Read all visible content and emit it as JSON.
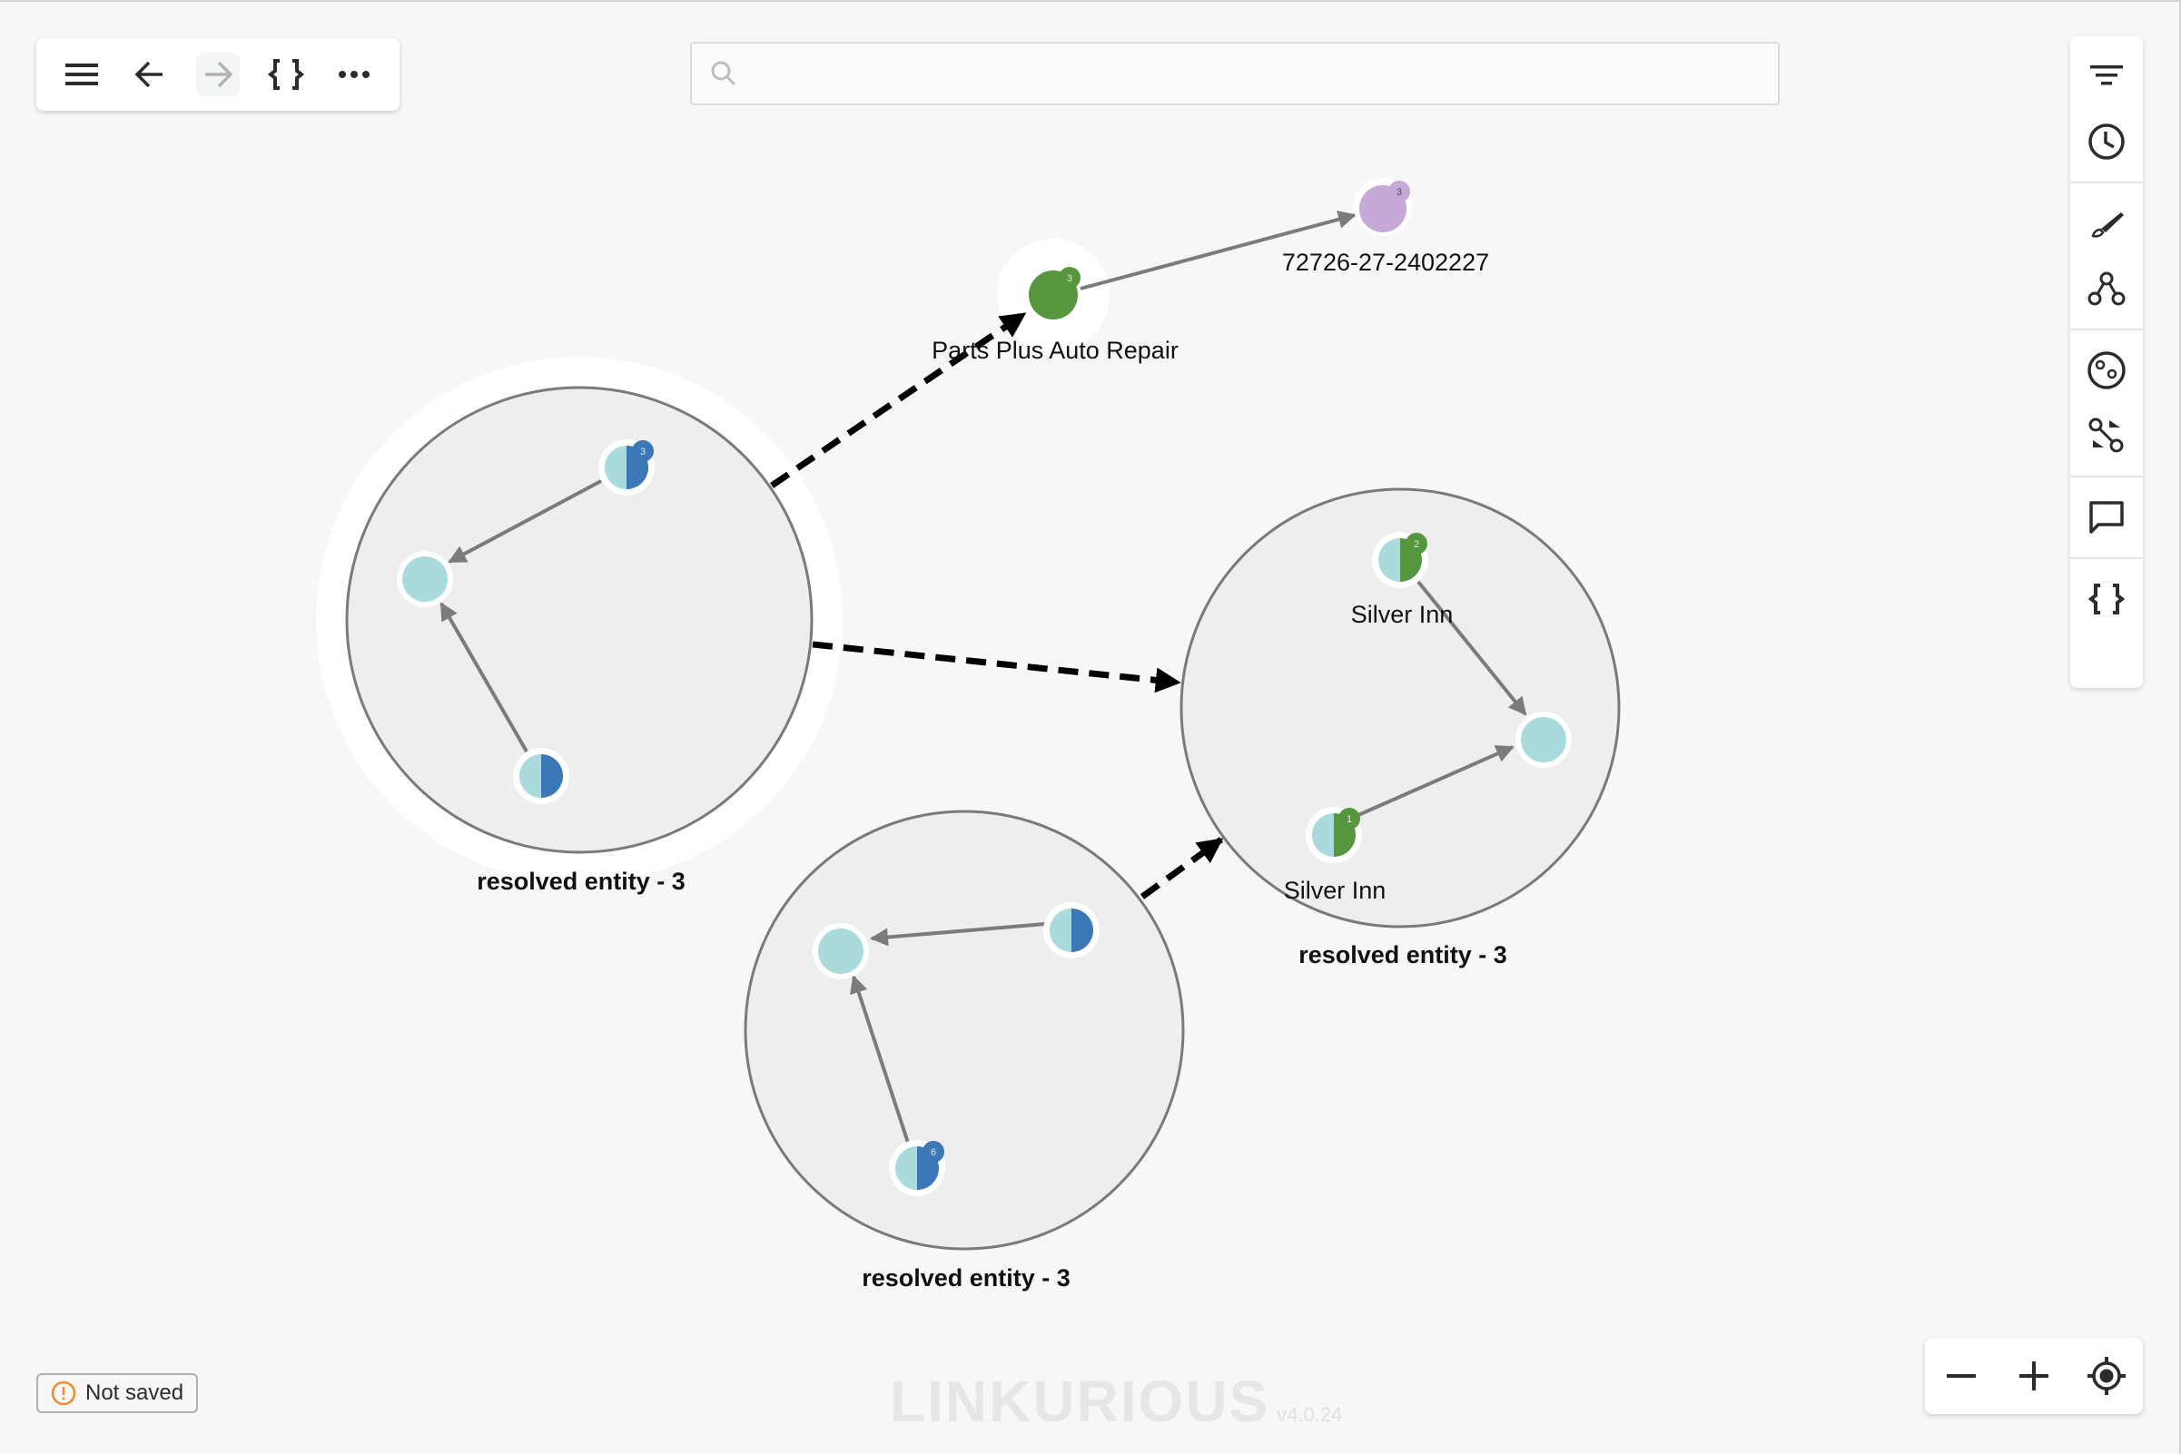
{
  "toolbar_left": {
    "buttons": [
      {
        "name": "menu",
        "icon": "menu-icon"
      },
      {
        "name": "back",
        "icon": "arrow-left-icon"
      },
      {
        "name": "forward",
        "icon": "arrow-right-icon",
        "disabled": true
      },
      {
        "name": "query",
        "icon": "curly-braces-icon"
      },
      {
        "name": "more",
        "icon": "more-horizontal-icon"
      }
    ]
  },
  "search": {
    "placeholder": "",
    "value": ""
  },
  "toolbar_right": {
    "groups": [
      [
        "filter-icon",
        "history-clock-icon"
      ],
      [
        "design-brush-icon",
        "node-grouping-icon"
      ],
      [
        "geo-mode-icon",
        "path-finding-icon"
      ],
      [
        "comment-icon"
      ],
      [
        "query-braces-icon"
      ]
    ]
  },
  "graph": {
    "colors": {
      "teal": "#a9dbdc",
      "blue": "#3c77b6",
      "green": "#55963f",
      "purple": "#c6a9d9",
      "edge": "#7b7b7b",
      "cluster_fill": "#eeeeee",
      "cluster_stroke": "#7a7a7a"
    },
    "nodes": [
      {
        "id": "parts-plus",
        "label": "Parts Plus Auto Repair",
        "color": "green",
        "badge": "3"
      },
      {
        "id": "phone-72726",
        "label": "72726-27-2402227",
        "color": "purple",
        "badge": "3"
      }
    ],
    "clusters": [
      {
        "id": "cluster-a",
        "label": "resolved entity - 3",
        "selected": true,
        "nodes": [
          {
            "id": "a1",
            "split": "blue",
            "badge": "3"
          },
          {
            "id": "a2",
            "split": null
          },
          {
            "id": "a3",
            "split": "blue"
          }
        ]
      },
      {
        "id": "cluster-b",
        "label": "resolved entity - 3",
        "nodes": [
          {
            "id": "b1",
            "split": "green",
            "badge": "2",
            "label": "Silver Inn"
          },
          {
            "id": "b2",
            "split": null
          },
          {
            "id": "b3",
            "split": "green",
            "badge": "1",
            "label": "Silver Inn"
          }
        ]
      },
      {
        "id": "cluster-c",
        "label": "resolved entity - 3",
        "nodes": [
          {
            "id": "c1",
            "split": null
          },
          {
            "id": "c2",
            "split": "blue"
          },
          {
            "id": "c3",
            "split": "blue",
            "badge": "6"
          }
        ]
      }
    ]
  },
  "status": {
    "not_saved_label": "Not saved",
    "warning_color": "#f08a2c"
  },
  "watermark": {
    "brand": "LINKURIOUS",
    "version": "v4.0.24"
  },
  "zoom_controls": {
    "buttons": [
      "zoom-out-icon",
      "zoom-in-icon",
      "locate-icon"
    ]
  }
}
